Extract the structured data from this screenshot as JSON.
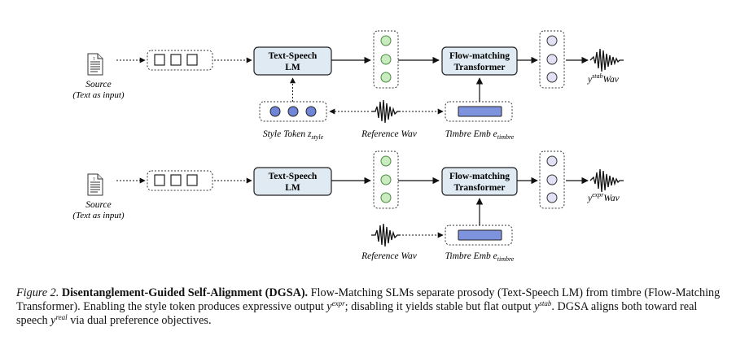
{
  "diagram": {
    "top": {
      "source_label": "Source",
      "source_sub": "(Text as input)",
      "lm_line1": "Text-Speech",
      "lm_line2": "LM",
      "fm_line1": "Flow-matching",
      "fm_line2": "Transformer",
      "out_y": "y",
      "out_sup": "stab",
      "out_wav": "Wav",
      "style_label": "Style Token z",
      "style_sub": "style",
      "ref_label": "Reference Wav",
      "timbre_label": "Timbre Emb e",
      "timbre_sub": "timbre"
    },
    "bottom": {
      "source_label": "Source",
      "source_sub": "(Text as input)",
      "lm_line1": "Text-Speech",
      "lm_line2": "LM",
      "fm_line1": "Flow-matching",
      "fm_line2": "Transformer",
      "out_y": "y",
      "out_sup": "expr",
      "out_wav": "Wav",
      "ref_label": "Reference Wav",
      "timbre_label": "Timbre Emb e",
      "timbre_sub": "timbre"
    },
    "colors": {
      "box_fill": "#dfeaf2",
      "green_circle": "#c8ebc0",
      "green_stroke": "#4a8a3e",
      "blue_circle": "#6f86d8",
      "lavender_circle": "#e2e0f5",
      "timbre_bar": "#7d93dd"
    }
  },
  "caption": {
    "fig": "Figure 2.",
    "title": "Disentanglement-Guided Self-Alignment (DGSA).",
    "t1": " Flow-Matching SLMs separate prosody (Text-Speech LM) from timbre (Flow-Matching Transformer). Enabling the style token produces expressive output ",
    "y1": "y",
    "s1": "expr",
    "t2": "; disabling it yields stable but flat output ",
    "y2": "y",
    "s2": "stab",
    "t3": ". DGSA aligns both toward real speech ",
    "y3": "y",
    "s3": "real",
    "t4": " via dual preference objectives."
  }
}
